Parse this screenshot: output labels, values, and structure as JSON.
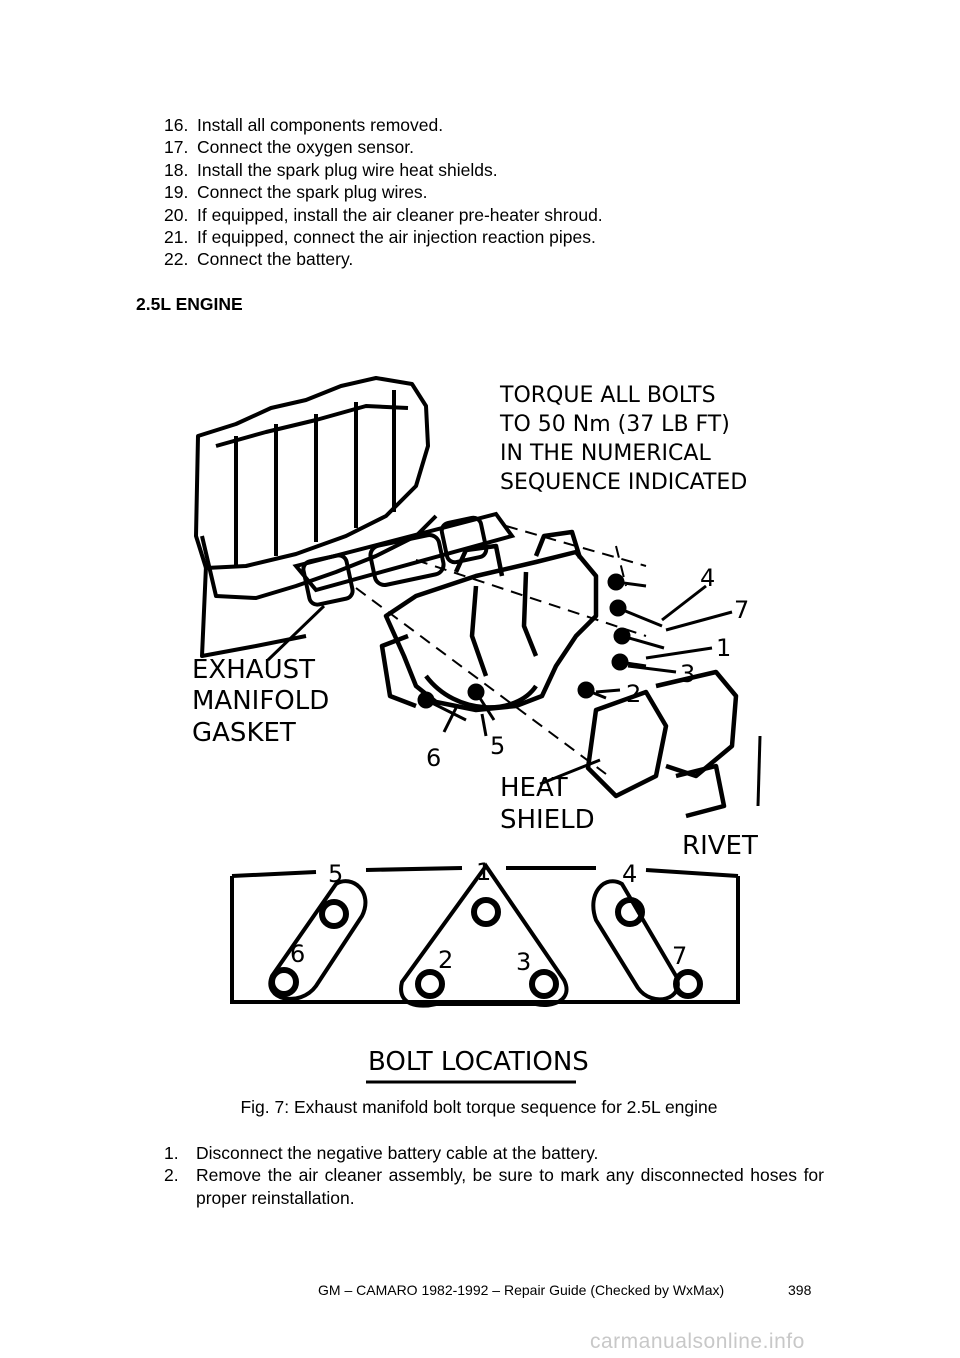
{
  "steps_top": [
    {
      "num": "16.",
      "text": "Install all components removed."
    },
    {
      "num": "17.",
      "text": "Connect the oxygen sensor."
    },
    {
      "num": "18.",
      "text": "Install the spark plug wire heat shields."
    },
    {
      "num": "19.",
      "text": "Connect the spark plug wires."
    },
    {
      "num": "20.",
      "text": "If equipped, install the air cleaner pre-heater shroud."
    },
    {
      "num": "21.",
      "text": "If equipped, connect the air injection reaction pipes."
    },
    {
      "num": "22.",
      "text": "Connect the battery."
    }
  ],
  "section_heading": "2.5L ENGINE",
  "figure": {
    "torque_note": [
      "TORQUE ALL BOLTS",
      "TO 50 Nm (37 LB FT)",
      "IN THE NUMERICAL",
      "SEQUENCE INDICATED"
    ],
    "gasket_label": [
      "EXHAUST",
      "MANIFOLD",
      "GASKET"
    ],
    "heat_shield_label": [
      "HEAT",
      "SHIELD"
    ],
    "rivet_label": "RIVET",
    "bolt_locations_label": "BOLT LOCATIONS",
    "bolt_numbers": [
      "1",
      "2",
      "3",
      "4",
      "5",
      "6",
      "7"
    ]
  },
  "caption": "Fig. 7: Exhaust manifold bolt torque sequence for 2.5L engine",
  "steps_bottom": [
    {
      "num": "1.",
      "text": "Disconnect the negative battery cable at the battery."
    },
    {
      "num": "2.",
      "text": "Remove the air cleaner assembly, be sure to mark any disconnected hoses for proper reinstallation."
    }
  ],
  "footer": {
    "source": "GM – CAMARO 1982-1992 – Repair Guide (Checked by WxMax)",
    "page": "398"
  },
  "watermark": "carmanualsonline.info"
}
